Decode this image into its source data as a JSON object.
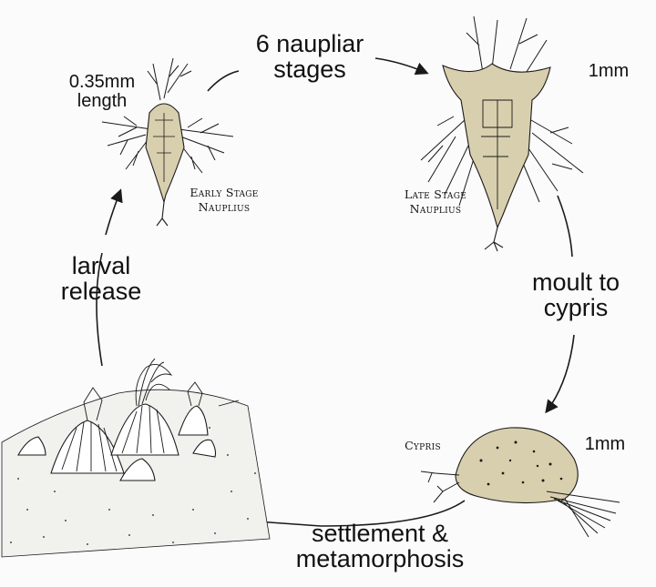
{
  "cycle": {
    "naupliar_stages": "6 naupliar\nstages",
    "early_size": "0.35mm\nlength",
    "early_caption": "Early Stage\nNauplius",
    "late_caption": "Late Stage\nNauplius",
    "late_size": "1mm",
    "moult": "moult to\ncypris",
    "cypris_caption": "Cypris",
    "cypris_size": "1mm",
    "settlement": "settlement &\nmetamorphosis",
    "larval_release": "larval\nrelease"
  },
  "colors": {
    "ink": "#1a1a1a",
    "body_fill": "#d8cfae",
    "body_fill_light": "#e7e0c6",
    "sand": "#f1f1ee"
  }
}
